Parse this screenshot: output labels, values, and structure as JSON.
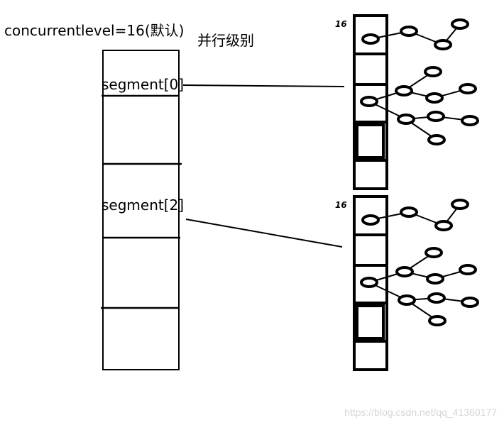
{
  "title": "concurrentlevel=16(默认)",
  "subtitle": "并行级别",
  "segments": [
    {
      "label": "segment[0]"
    },
    {
      "label": "segment[2]"
    }
  ],
  "tables": [
    {
      "size_label": "16"
    },
    {
      "size_label": "16"
    }
  ],
  "watermark": "https://blog.csdn.net/qq_41360177"
}
